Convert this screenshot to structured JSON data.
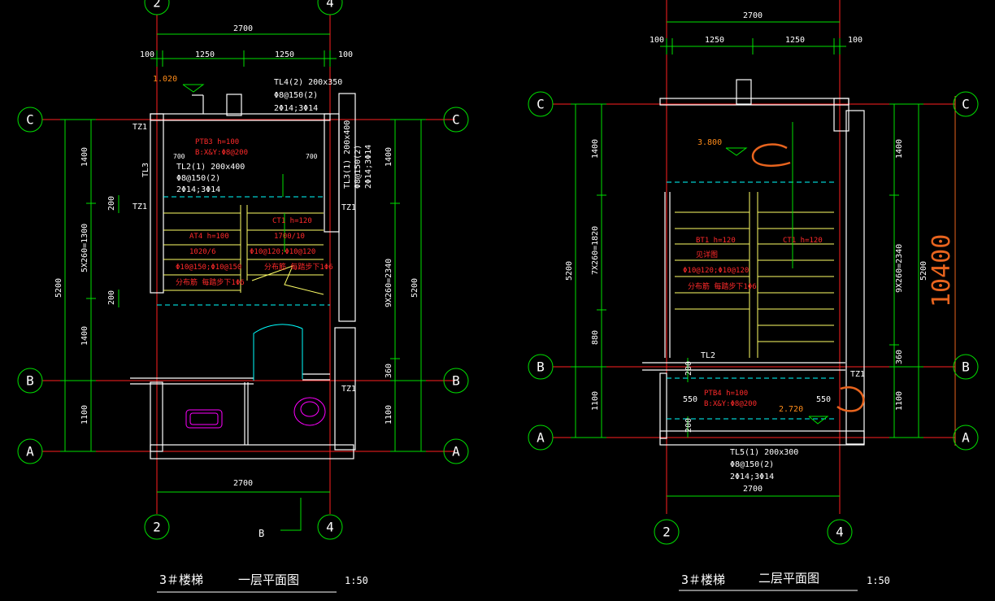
{
  "plan_left": {
    "title_no": "3＃楼梯",
    "title_name": "一层平面图",
    "scale": "1:50",
    "axes": {
      "c": "C",
      "b": "B",
      "a": "A",
      "n2": "2",
      "n4": "4"
    },
    "dims": {
      "top_total": "2700",
      "top_100a": "100",
      "top_1250a": "1250",
      "top_1250b": "1250",
      "top_100b": "100",
      "bottom_total": "2700",
      "left_1400a": "1400",
      "left_steps": "5X260=1300",
      "left_1400b": "1400",
      "left_5200": "5200",
      "left_1100": "1100",
      "left_200a": "200",
      "left_200b": "200",
      "right_1400": "1400",
      "right_steps": "9X260=2340",
      "right_360": "360",
      "right_1100": "1100",
      "right_5200": "5200"
    },
    "labels": {
      "elev": "1.020",
      "tz1a": "TZ1",
      "tz1b": "TZ1",
      "tz1c": "TZ1",
      "tz1d": "TZ1",
      "tl3a": "TL3",
      "tl3b": "TL3(1) 200x400",
      "tl3b2": "Φ8@150(2)",
      "tl3b3": "2Φ14;3Φ14",
      "tl4": "TL4(2) 200x350",
      "tl4b": "Φ8@150(2)",
      "tl4c": "2Φ14;3Φ14",
      "tl2": "TL2(1) 200x400",
      "tl2b": "Φ8@150(2)",
      "tl2c": "2Φ14;3Φ14",
      "ptb3": "PTB3 h=100",
      "ptb3b": "B:X&Y:Φ8@200",
      "w700a": "700",
      "w700b": "700",
      "at4": "AT4 h=100",
      "at4b": "1020/6",
      "at4c": "Φ10@150;Φ10@150",
      "at4d": "分布筋 每踏步下1Φ6",
      "ct1": "CT1 h=120",
      "ct1b": "1700/10",
      "ct1c": "Φ10@120;Φ10@120",
      "ct1d": "分布筋 每踏步下1Φ6",
      "section": "B"
    }
  },
  "plan_right": {
    "title_no": "3＃楼梯",
    "title_name": "二层平面图",
    "scale": "1:50",
    "axes": {
      "c": "C",
      "b": "B",
      "a": "A",
      "n2": "2",
      "n4": "4"
    },
    "dims": {
      "top_total": "2700",
      "top_100a": "100",
      "top_1250a": "1250",
      "top_1250b": "1250",
      "top_100b": "100",
      "bottom_total": "2700",
      "left_1400": "1400",
      "left_steps": "7X260=1820",
      "left_880": "880",
      "left_1100": "1100",
      "left_5200": "5200",
      "right_1400": "1400",
      "right_steps": "9X260=2340",
      "right_360": "360",
      "right_1100": "1100",
      "right_5200": "5200",
      "inner_200a": "200",
      "inner_200b": "200",
      "inner_550a": "550",
      "inner_550b": "550"
    },
    "labels": {
      "elev1": "3.800",
      "elev2": "2.720",
      "tz1": "TZ1",
      "tl2": "TL2",
      "bt1": "BT1 h=120",
      "bt1b": "见详图",
      "bt1c": "Φ10@120;Φ10@120",
      "bt1d": "分布筋 每踏步下1Φ6",
      "ct1": "CT1 h=120",
      "ptb4": "PTB4 h=100",
      "ptb4b": "B:X&Y:Φ8@200",
      "tl5": "TL5(1) 200x300",
      "tl5b": "Φ8@150(2)",
      "tl5c": "2Φ14;3Φ14",
      "markup": "10400"
    }
  },
  "colors": {
    "grid_line": "#ff2020",
    "dim": "#00e000",
    "wall": "#ffffff",
    "axis_circle": "#00e000",
    "text_red": "#ff2a2a",
    "stairs": "#ffff66",
    "cyan": "#00ffff",
    "magenta": "#ff00ff",
    "markup": "#e8641e"
  }
}
